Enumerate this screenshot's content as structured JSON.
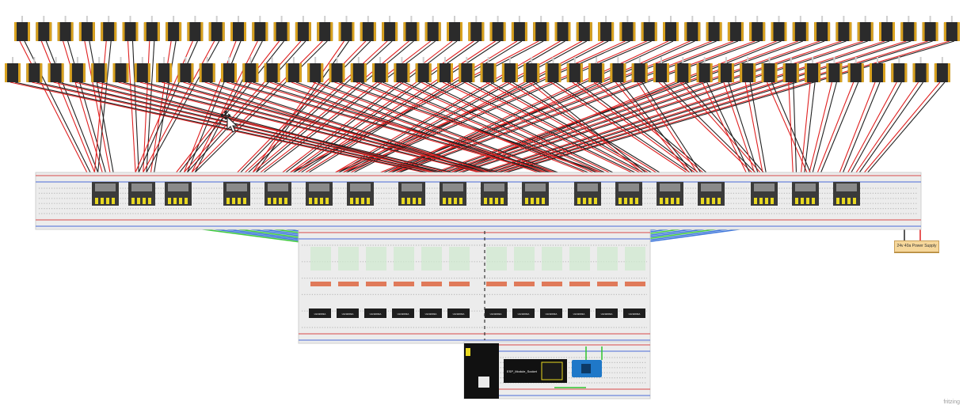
{
  "power_supply": {
    "label": "24v 40a Power Supply"
  },
  "esp_module": {
    "label": "ESP_Module_Socket"
  },
  "ic_label": "ULN2003A",
  "watermark": "fritzing",
  "colors": {
    "breadboard": "#ececec",
    "rail_red": "#d94a4a",
    "rail_blue": "#4a6ad9",
    "wire_red": "#e02020",
    "wire_black": "#222222",
    "wire_blue": "#2d6ad8",
    "wire_green": "#2ec42e",
    "wire_yellow": "#e8d820",
    "solenoid_body": "#2b2b2b",
    "solenoid_cap": "#d9a21f",
    "ic_body": "#1e1e1e",
    "arduino": "#1f78c8"
  },
  "icons": {
    "cursor": "move-cursor-icon",
    "solenoid": "solenoid-icon",
    "driver_module": "mosfet-driver-icon",
    "ic": "darlington-ic-icon"
  }
}
